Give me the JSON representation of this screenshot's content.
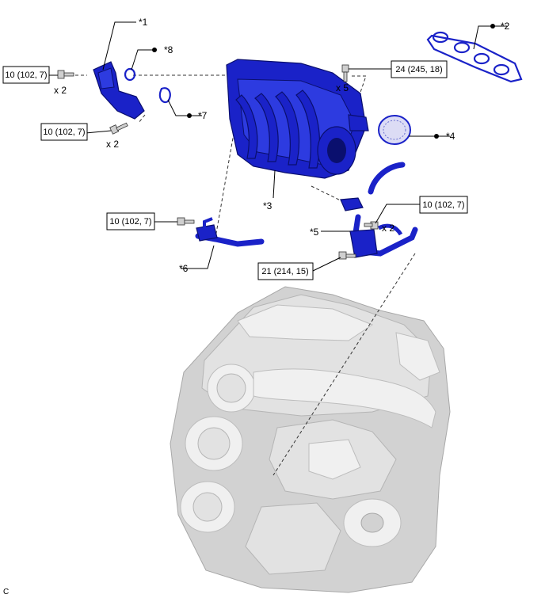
{
  "callouts": {
    "p1": "*1",
    "p2": "*2",
    "p3": "*3",
    "p4": "*4",
    "p5": "*5",
    "p6": "*6",
    "p7": "*7",
    "p8": "*8"
  },
  "torques": {
    "t1": "10 (102, 7)",
    "t2": "10 (102, 7)",
    "t3": "10 (102, 7)",
    "t4": "10 (102, 7)",
    "t5": "24 (245, 18)",
    "t6": "21 (214, 15)"
  },
  "quantities": {
    "q1": "x 2",
    "q2": "x 2",
    "q3": "x 5",
    "q4": "x 2"
  },
  "corner_mark": "C",
  "colors": {
    "part_blue": "#1a22c8",
    "engine_gray": "#e2e2e2"
  },
  "icons": {
    "marker": "bullet-dot",
    "fastener": "bolt-icon"
  }
}
